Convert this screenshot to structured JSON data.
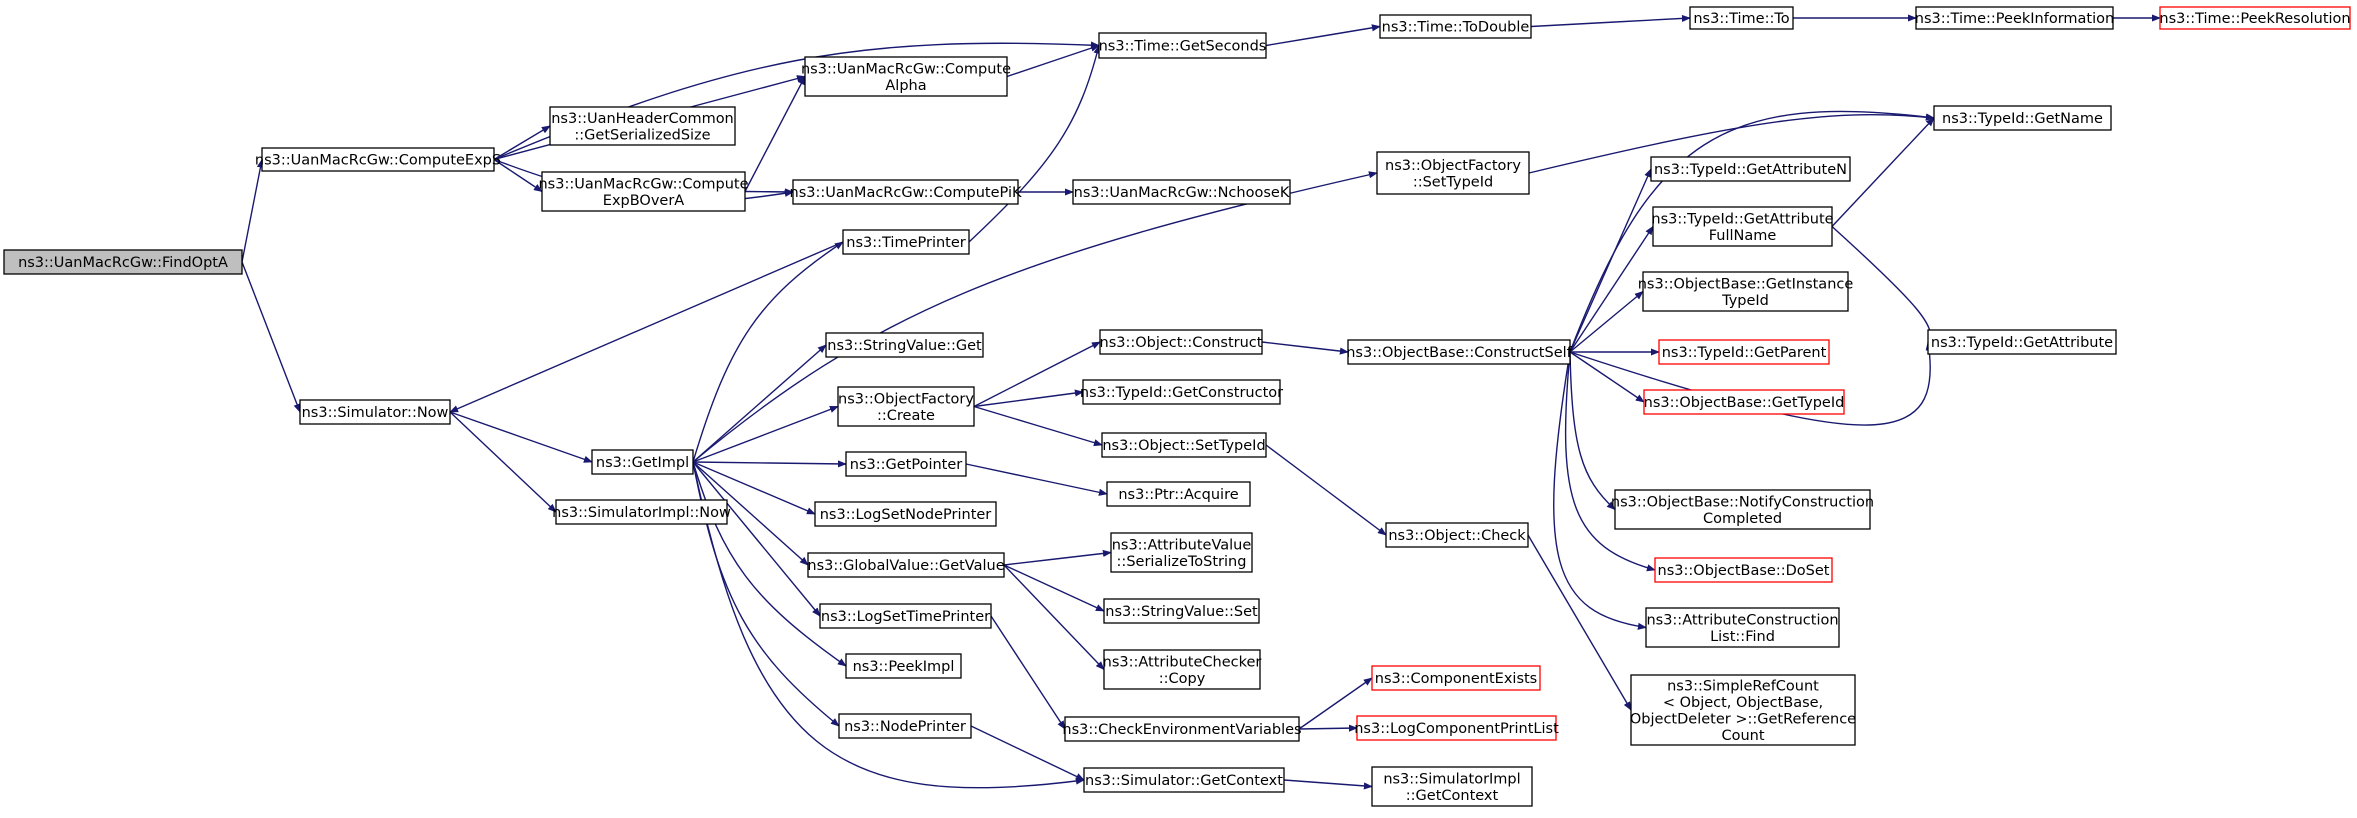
{
  "nodes": [
    {
      "id": "n0",
      "lines": [
        "ns3::UanMacRcGw::FindOptA"
      ],
      "root": true
    },
    {
      "id": "n1",
      "lines": [
        "ns3::UanMacRcGw::ComputeExpS"
      ]
    },
    {
      "id": "n2",
      "lines": [
        "ns3::Simulator::Now"
      ]
    },
    {
      "id": "n3",
      "lines": [
        "ns3::Time::GetSeconds"
      ]
    },
    {
      "id": "n4",
      "lines": [
        "ns3::Time::ToDouble"
      ]
    },
    {
      "id": "n5",
      "lines": [
        "ns3::Time::To"
      ]
    },
    {
      "id": "n6",
      "lines": [
        "ns3::Time::PeekInformation"
      ]
    },
    {
      "id": "n7",
      "lines": [
        "ns3::Time::PeekResolution"
      ],
      "red": true
    },
    {
      "id": "n8",
      "lines": [
        "ns3::UanMacRcGw::Compute",
        "Alpha"
      ]
    },
    {
      "id": "n9",
      "lines": [
        "ns3::UanHeaderCommon",
        "::GetSerializedSize"
      ]
    },
    {
      "id": "n10",
      "lines": [
        "ns3::UanMacRcGw::Compute",
        "ExpBOverA"
      ]
    },
    {
      "id": "n11",
      "lines": [
        "ns3::UanMacRcGw::ComputePiK"
      ]
    },
    {
      "id": "n12",
      "lines": [
        "ns3::UanMacRcGw::NchooseK"
      ]
    },
    {
      "id": "n13",
      "lines": [
        "ns3::TimePrinter"
      ]
    },
    {
      "id": "n14",
      "lines": [
        "ns3::GetImpl"
      ]
    },
    {
      "id": "n15",
      "lines": [
        "ns3::SimulatorImpl::Now"
      ]
    },
    {
      "id": "n16",
      "lines": [
        "ns3::StringValue::Get"
      ]
    },
    {
      "id": "n17",
      "lines": [
        "ns3::ObjectFactory",
        "::Create"
      ]
    },
    {
      "id": "n18",
      "lines": [
        "ns3::GetPointer"
      ]
    },
    {
      "id": "n19",
      "lines": [
        "ns3::LogSetNodePrinter"
      ]
    },
    {
      "id": "n20",
      "lines": [
        "ns3::GlobalValue::GetValue"
      ]
    },
    {
      "id": "n21",
      "lines": [
        "ns3::LogSetTimePrinter"
      ]
    },
    {
      "id": "n22",
      "lines": [
        "ns3::PeekImpl"
      ]
    },
    {
      "id": "n23",
      "lines": [
        "ns3::NodePrinter"
      ]
    },
    {
      "id": "n24",
      "lines": [
        "ns3::ObjectFactory",
        "::SetTypeId"
      ]
    },
    {
      "id": "n25",
      "lines": [
        "ns3::Object::Construct"
      ]
    },
    {
      "id": "n26",
      "lines": [
        "ns3::TypeId::GetConstructor"
      ]
    },
    {
      "id": "n27",
      "lines": [
        "ns3::Object::SetTypeId"
      ]
    },
    {
      "id": "n28",
      "lines": [
        "ns3::Ptr::Acquire"
      ]
    },
    {
      "id": "n29",
      "lines": [
        "ns3::AttributeValue",
        "::SerializeToString"
      ]
    },
    {
      "id": "n30",
      "lines": [
        "ns3::StringValue::Set"
      ]
    },
    {
      "id": "n31",
      "lines": [
        "ns3::AttributeChecker",
        "::Copy"
      ]
    },
    {
      "id": "n32",
      "lines": [
        "ns3::CheckEnvironmentVariables"
      ]
    },
    {
      "id": "n33",
      "lines": [
        "ns3::Simulator::GetContext"
      ]
    },
    {
      "id": "n34",
      "lines": [
        "ns3::ObjectBase::ConstructSelf"
      ]
    },
    {
      "id": "n35",
      "lines": [
        "ns3::Object::Check"
      ]
    },
    {
      "id": "n36",
      "lines": [
        "ns3::ComponentExists"
      ],
      "red": true
    },
    {
      "id": "n37",
      "lines": [
        "ns3::LogComponentPrintList"
      ],
      "red": true
    },
    {
      "id": "n38",
      "lines": [
        "ns3::SimulatorImpl",
        "::GetContext"
      ]
    },
    {
      "id": "n39",
      "lines": [
        "ns3::TypeId::GetAttributeN"
      ]
    },
    {
      "id": "n40",
      "lines": [
        "ns3::TypeId::GetAttribute",
        "FullName"
      ]
    },
    {
      "id": "n41",
      "lines": [
        "ns3::ObjectBase::GetInstance",
        "TypeId"
      ]
    },
    {
      "id": "n42",
      "lines": [
        "ns3::TypeId::GetParent"
      ],
      "red": true
    },
    {
      "id": "n43",
      "lines": [
        "ns3::ObjectBase::GetTypeId"
      ],
      "red": true
    },
    {
      "id": "n44",
      "lines": [
        "ns3::ObjectBase::NotifyConstruction",
        "Completed"
      ]
    },
    {
      "id": "n45",
      "lines": [
        "ns3::ObjectBase::DoSet"
      ],
      "red": true
    },
    {
      "id": "n46",
      "lines": [
        "ns3::AttributeConstruction",
        "List::Find"
      ]
    },
    {
      "id": "n47",
      "lines": [
        "ns3::SimpleRefCount",
        "< Object, ObjectBase,",
        "ObjectDeleter >::GetReference",
        "Count"
      ]
    },
    {
      "id": "n48",
      "lines": [
        "ns3::TypeId::GetName"
      ]
    },
    {
      "id": "n49",
      "lines": [
        "ns3::TypeId::GetAttribute"
      ]
    }
  ],
  "edges": [
    [
      "n0",
      "n1"
    ],
    [
      "n0",
      "n2"
    ],
    [
      "n1",
      "n3"
    ],
    [
      "n1",
      "n8"
    ],
    [
      "n1",
      "n9"
    ],
    [
      "n1",
      "n10"
    ],
    [
      "n1",
      "n11"
    ],
    [
      "n8",
      "n3"
    ],
    [
      "n10",
      "n8"
    ],
    [
      "n10",
      "n11"
    ],
    [
      "n11",
      "n12"
    ],
    [
      "n3",
      "n4"
    ],
    [
      "n4",
      "n5"
    ],
    [
      "n5",
      "n6"
    ],
    [
      "n6",
      "n7"
    ],
    [
      "n2",
      "n14"
    ],
    [
      "n2",
      "n15"
    ],
    [
      "n13",
      "n3"
    ],
    [
      "n13",
      "n2"
    ],
    [
      "n14",
      "n13"
    ],
    [
      "n14",
      "n24"
    ],
    [
      "n14",
      "n16"
    ],
    [
      "n14",
      "n17"
    ],
    [
      "n14",
      "n18"
    ],
    [
      "n14",
      "n19"
    ],
    [
      "n14",
      "n20"
    ],
    [
      "n14",
      "n21"
    ],
    [
      "n14",
      "n22"
    ],
    [
      "n14",
      "n23"
    ],
    [
      "n14",
      "n33"
    ],
    [
      "n17",
      "n25"
    ],
    [
      "n17",
      "n26"
    ],
    [
      "n17",
      "n27"
    ],
    [
      "n18",
      "n28"
    ],
    [
      "n20",
      "n29"
    ],
    [
      "n20",
      "n30"
    ],
    [
      "n20",
      "n31"
    ],
    [
      "n21",
      "n32"
    ],
    [
      "n23",
      "n33"
    ],
    [
      "n25",
      "n34"
    ],
    [
      "n27",
      "n35"
    ],
    [
      "n35",
      "n47"
    ],
    [
      "n24",
      "n48"
    ],
    [
      "n32",
      "n36"
    ],
    [
      "n32",
      "n37"
    ],
    [
      "n33",
      "n38"
    ],
    [
      "n34",
      "n48"
    ],
    [
      "n34",
      "n39"
    ],
    [
      "n34",
      "n40"
    ],
    [
      "n34",
      "n41"
    ],
    [
      "n34",
      "n42"
    ],
    [
      "n34",
      "n43"
    ],
    [
      "n34",
      "n49"
    ],
    [
      "n34",
      "n44"
    ],
    [
      "n34",
      "n45"
    ],
    [
      "n34",
      "n46"
    ],
    [
      "n40",
      "n48"
    ],
    [
      "n40",
      "n49"
    ]
  ]
}
